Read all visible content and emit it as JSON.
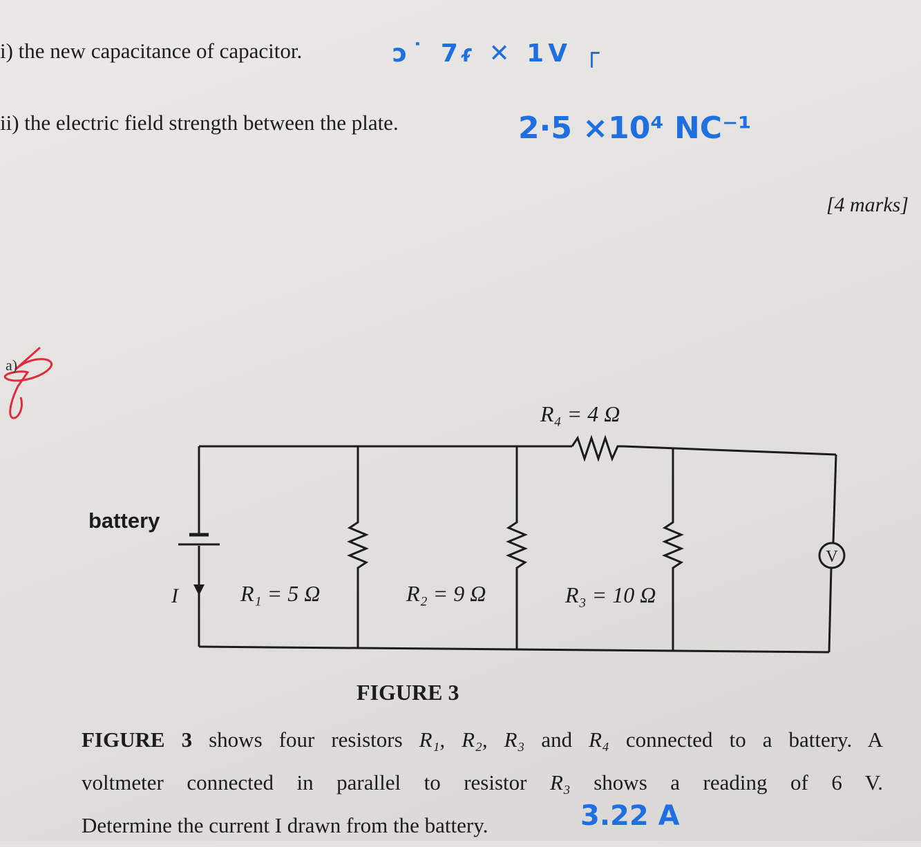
{
  "questions": {
    "q1_text": "i) the new capacitance of capacitor.",
    "q1_answer": "ɔ˙ 7ᵳ ✕ 1V  ┌",
    "q2_text": "ii) the electric field strength between the plate.",
    "q2_answer": "2·5 ×10⁴ NC⁻¹",
    "marks": "[4 marks]"
  },
  "part_label": "a)",
  "figure": {
    "caption": "FIGURE 3",
    "labels": {
      "r4": "R₄ = 4 Ω",
      "battery": "battery",
      "current": "I",
      "r1": "R₁ = 5 Ω",
      "r2": "R₂ = 9 Ω",
      "r3": "R₃ = 10 Ω",
      "voltmeter": "V"
    }
  },
  "paragraph": {
    "line1_a": "FIGURE 3",
    "line1_b": " shows four resistors ",
    "line1_c": "R₁, R₂, R₃",
    "line1_d": " and ",
    "line1_e": "R₄",
    "line1_f": " connected to a battery. A",
    "line2_a": "voltmeter connected in parallel to resistor ",
    "line2_b": "R₃",
    "line2_c": " shows a reading of 6 V.",
    "line3": "Determine the current I drawn from the battery.",
    "answer": "3.22 A"
  },
  "colors": {
    "ink": "#1c1c1c",
    "handwriting": "#1f6fe0",
    "red_pen": "#e02a3e",
    "paper": "#e4e2df"
  }
}
